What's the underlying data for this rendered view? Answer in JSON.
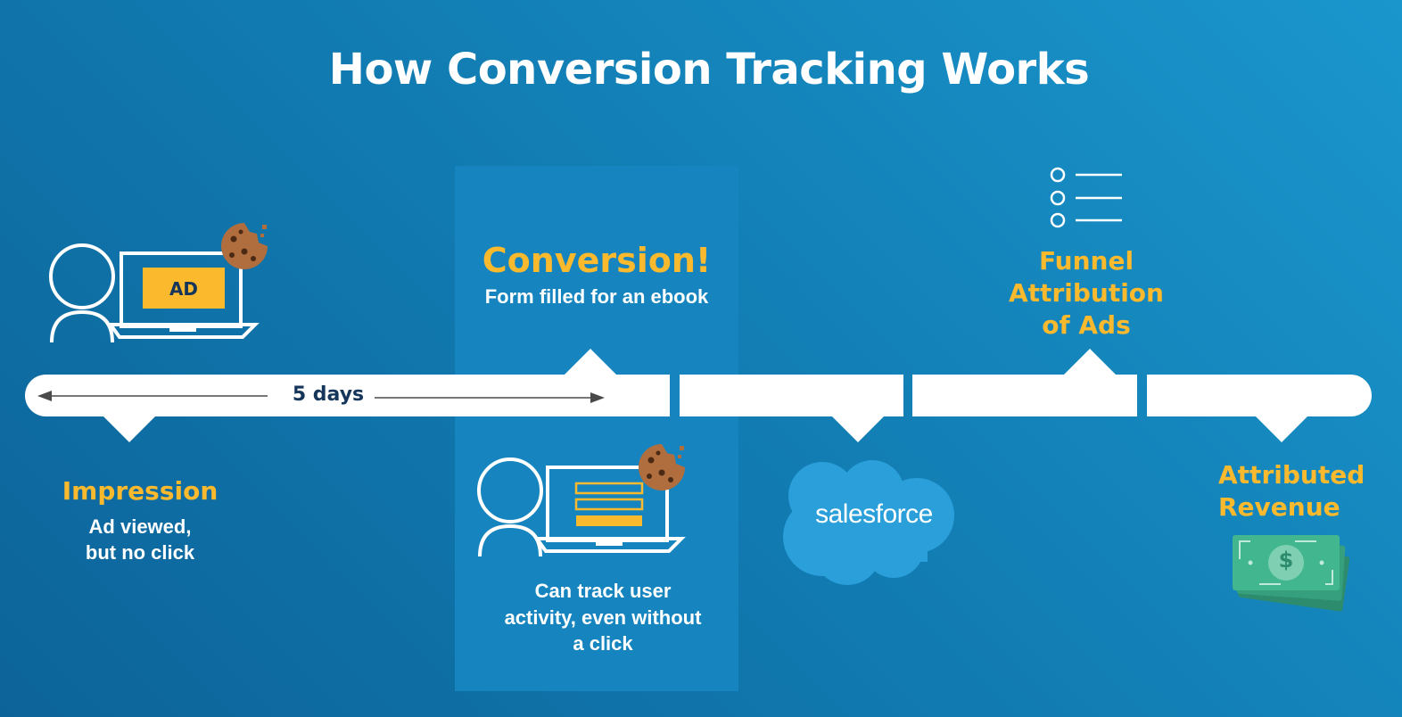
{
  "title": "How Conversion Tracking Works",
  "timeline": {
    "duration_label": "5 days"
  },
  "impression": {
    "ad_label": "AD",
    "heading": "Impression",
    "desc_line1": "Ad viewed,",
    "desc_line2": "but no click"
  },
  "conversion": {
    "heading": "Conversion!",
    "subheading": "Form filled for an ebook",
    "desc_line1": "Can track user",
    "desc_line2": "activity, even without",
    "desc_line3": "a click"
  },
  "crm": {
    "logo_text": "salesforce"
  },
  "funnel": {
    "line1": "Funnel",
    "line2": "Attribution",
    "line3": "of Ads"
  },
  "revenue": {
    "line1": "Attributed",
    "line2": "Revenue",
    "money_symbol": "$"
  },
  "colors": {
    "background_start": "#1a96cd",
    "background_end": "#0c6399",
    "highlight_panel": "#1685bf",
    "accent_yellow": "#fbb92e",
    "navy_text": "#15365a",
    "cookie_brown": "#a8673a",
    "salesforce_blue": "#2a9fda",
    "money_green": "#3fae8b"
  },
  "icons": [
    "user-icon",
    "laptop-icon",
    "cookie-icon",
    "form-icon",
    "checklist-icon",
    "salesforce-cloud-icon",
    "money-icon",
    "double-arrow-icon"
  ]
}
